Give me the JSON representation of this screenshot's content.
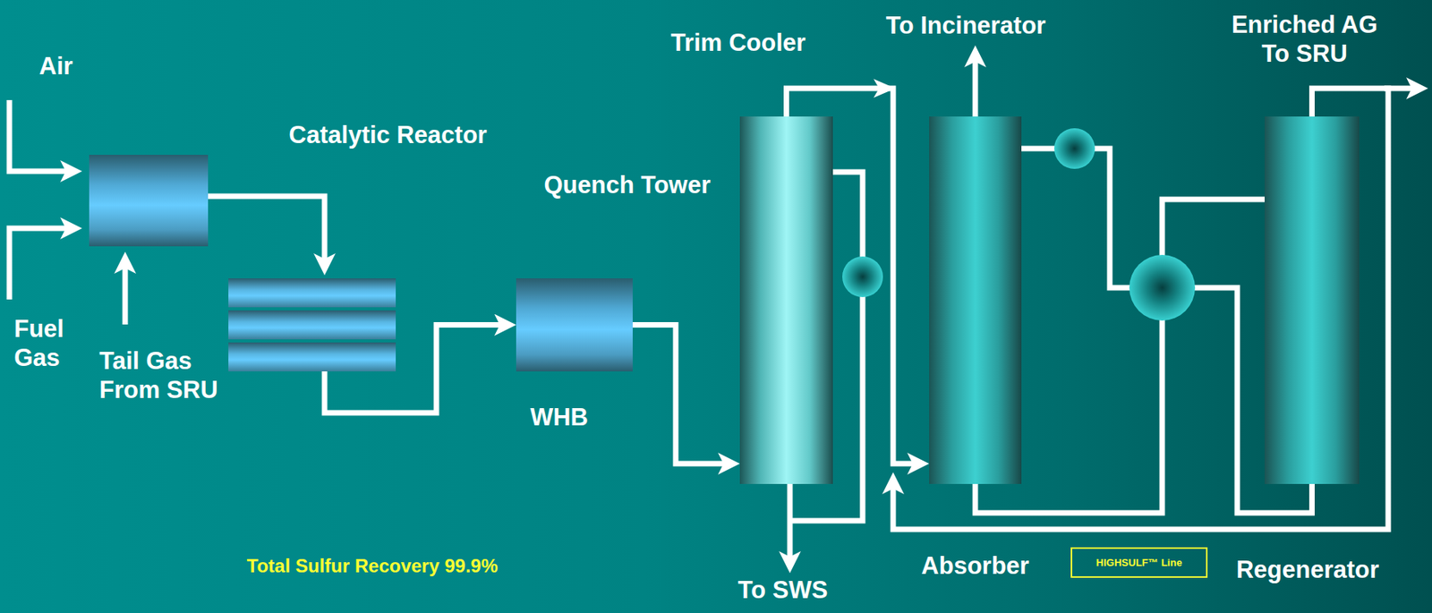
{
  "diagram": {
    "nodes": [
      {
        "text": [
          "Catalytic Reactor"
        ]
      },
      {
        "text": [
          "WHB"
        ]
      },
      {
        "text": [
          "Quench Tower"
        ]
      },
      {
        "text": [
          "Absorber"
        ]
      },
      {
        "text": [
          "Regenerator"
        ]
      }
    ],
    "edges": [
      {
        "from": 0,
        "to": 1,
        "arrow": "to"
      },
      {
        "from": 1,
        "to": 2,
        "arrow": "to"
      },
      {
        "from": 2,
        "to": 3,
        "arrow": "to"
      },
      {
        "from": 3,
        "to": 4,
        "arrow": "none"
      },
      {
        "from": 4,
        "to": 3,
        "arrow": "none"
      },
      {
        "from": 4,
        "to": 3,
        "arrow": "to"
      }
    ],
    "labels": [
      "Air",
      "Fuel Gas",
      "Tail Gas From SRU",
      "Trim Cooler",
      "To Incinerator",
      "Enriched AG To SRU",
      "Total Sulfur Recovery 99.9%",
      "To SWS",
      "HIGHSULF™ Line"
    ]
  }
}
